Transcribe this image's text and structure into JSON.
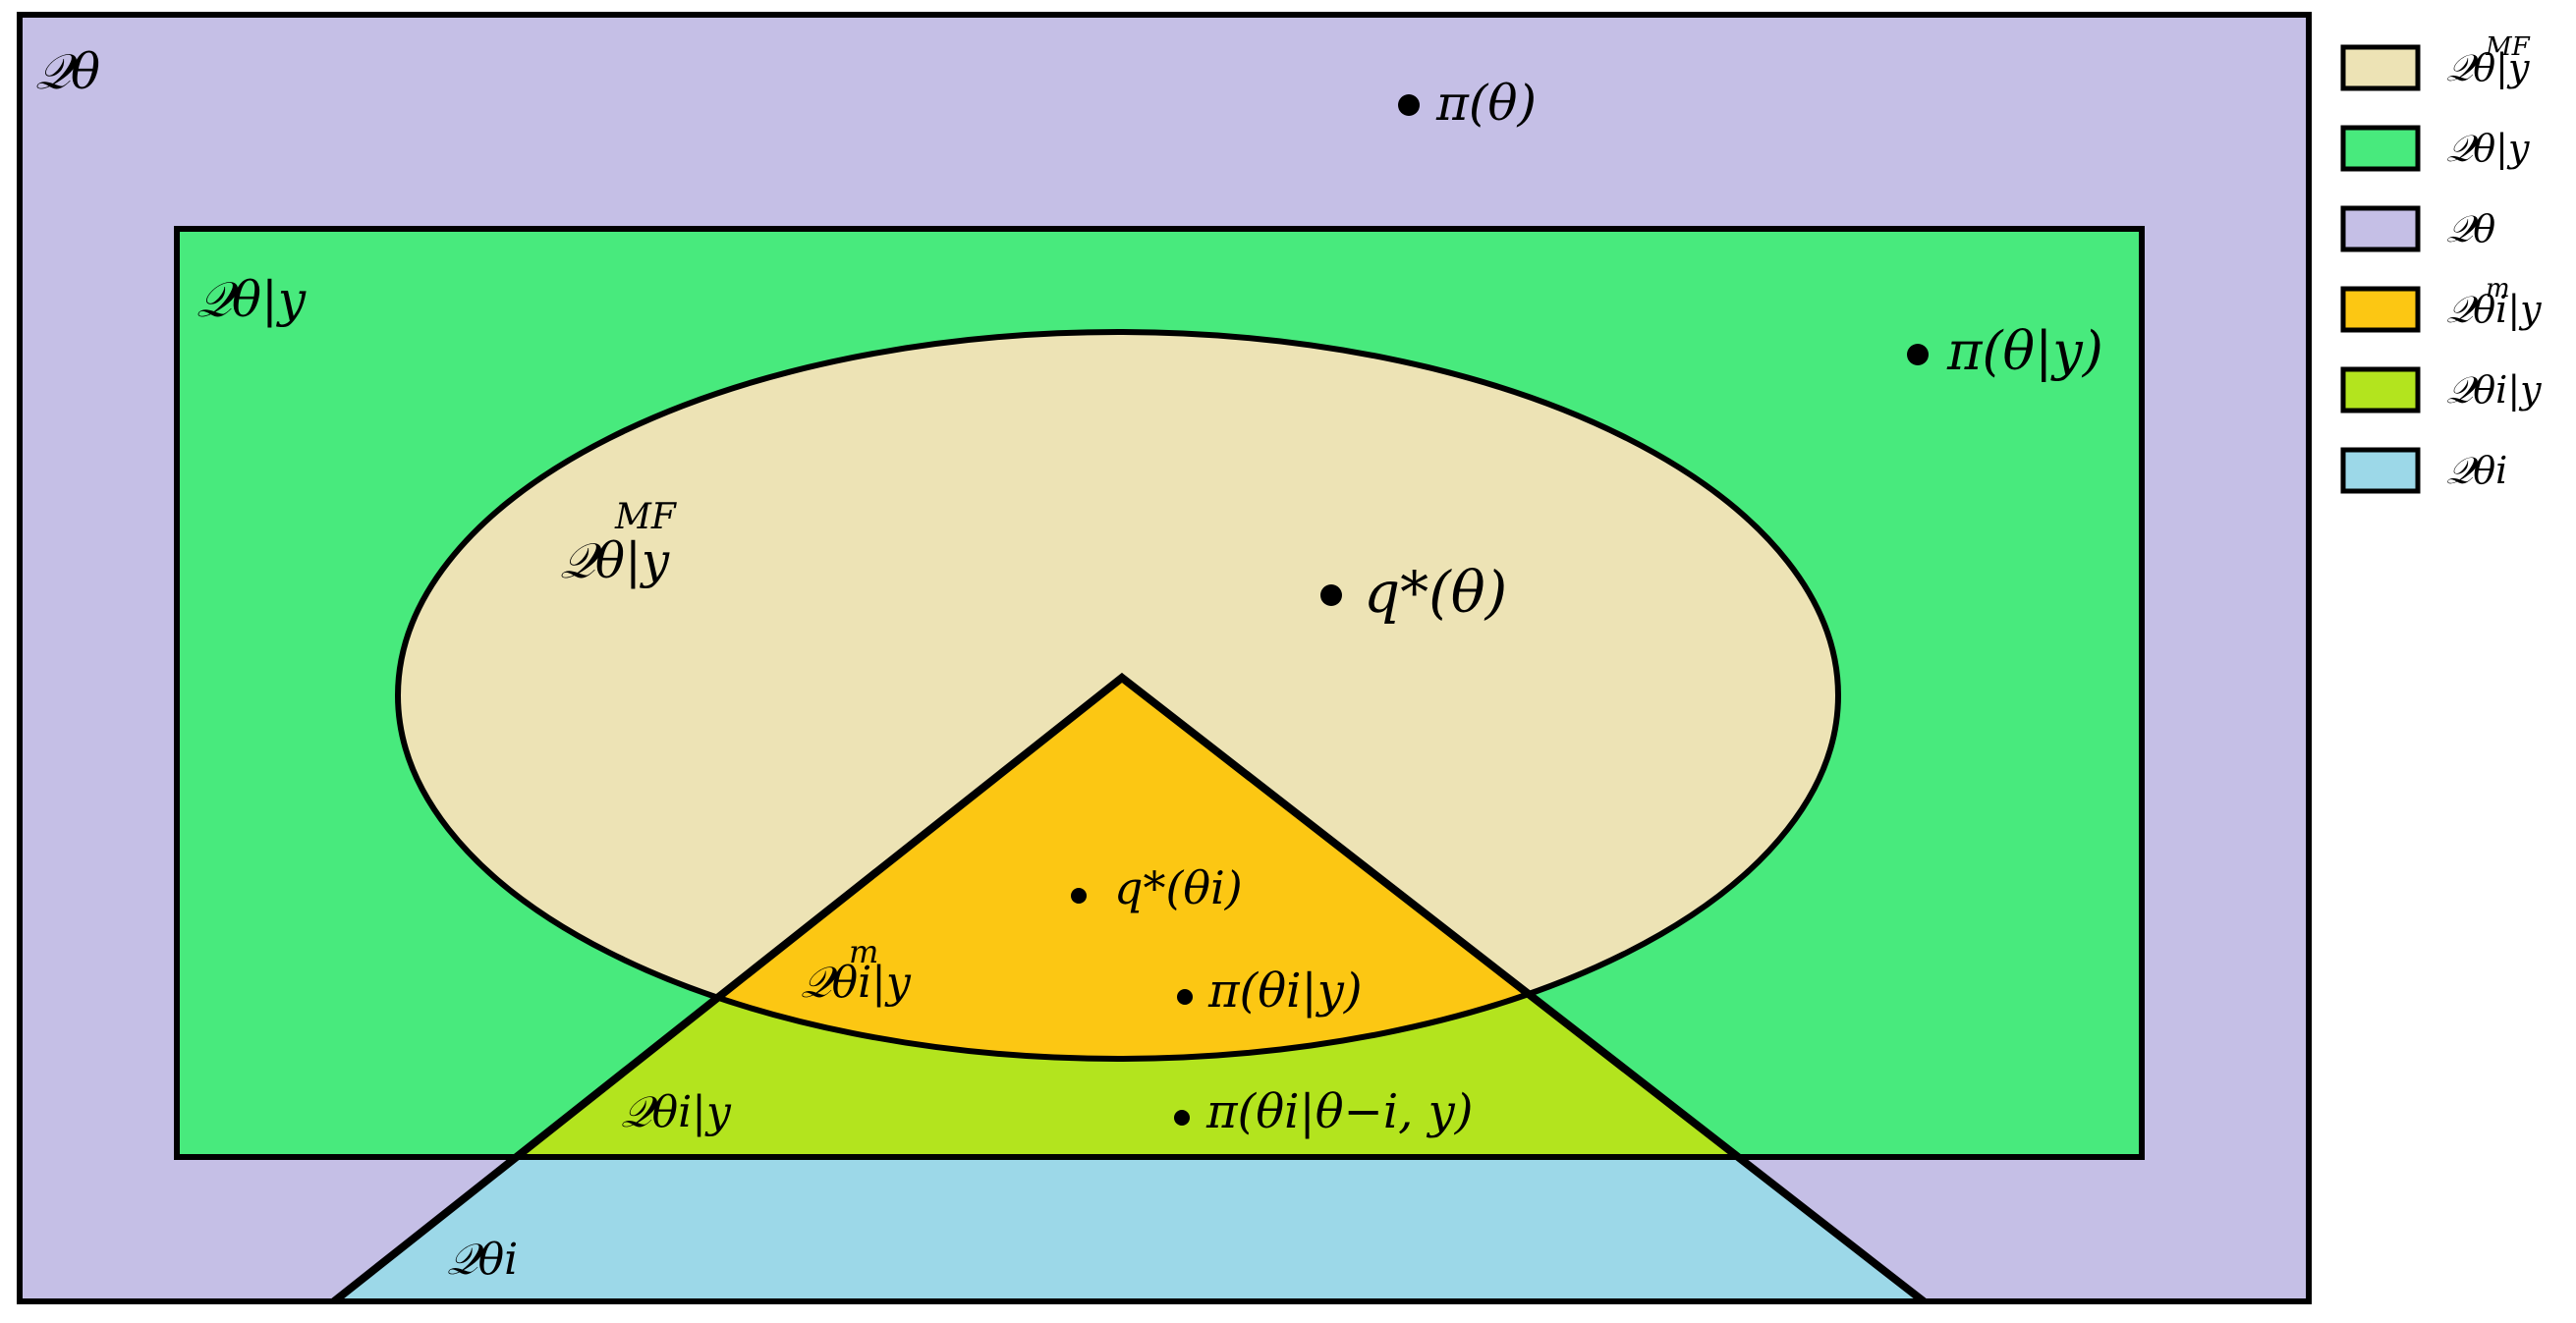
{
  "colors": {
    "Q_theta": "#c5bfe6",
    "Q_theta_given_y": "#48ea7d",
    "Q_mf": "#ede3b5",
    "Q_m": "#fcc713",
    "Q_theta_i_given_y": "#b3e41e",
    "Q_theta_i": "#9cd8e8",
    "stroke": "#000000"
  },
  "regions": {
    "Q_theta": "𝒬θ",
    "Q_theta_given_y": "𝒬θ|y",
    "Q_mf": "𝒬θ|y",
    "Q_mf_sup": "MF",
    "Q_m": "𝒬θi|y",
    "Q_m_sup": "m",
    "Q_theta_i_given_y": "𝒬θi|y",
    "Q_theta_i": "𝒬θi"
  },
  "points": {
    "pi_theta": "π(θ)",
    "pi_theta_given_y": "π(θ|y)",
    "q_star_theta": "q*(θ)",
    "q_star_theta_i": "q*(θi)",
    "pi_theta_i_given_y": "π(θi|y)",
    "pi_theta_i_given_rest": "π(θi|θ−i, y)"
  },
  "legend": {
    "items": [
      {
        "key": "mf",
        "label": "𝒬θ|y",
        "sup": "MF",
        "color": "#ede3b5"
      },
      {
        "key": "theta_y",
        "label": "𝒬θ|y",
        "sup": "",
        "color": "#48ea7d"
      },
      {
        "key": "theta",
        "label": "𝒬θ",
        "sup": "",
        "color": "#c5bfe6"
      },
      {
        "key": "m",
        "label": "𝒬θi|y",
        "sup": "m",
        "color": "#fcc713"
      },
      {
        "key": "theta_i_y",
        "label": "𝒬θi|y",
        "sup": "",
        "color": "#b3e41e"
      },
      {
        "key": "theta_i",
        "label": "𝒬θi",
        "sup": "",
        "color": "#9cd8e8"
      }
    ]
  }
}
